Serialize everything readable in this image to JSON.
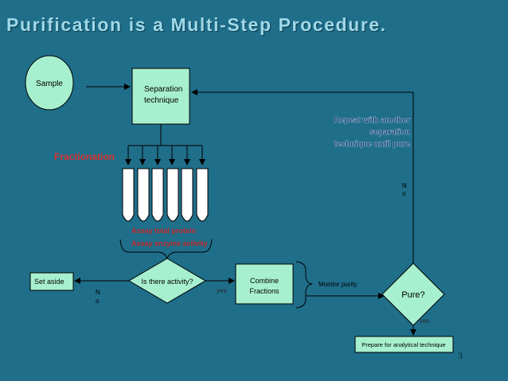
{
  "title": "Purification is a Multi-Step Procedure.",
  "page_number": "3",
  "nodes": {
    "sample": "Sample",
    "separation_line1": "Separation",
    "separation_line2": "technique",
    "activity_question": "Is there activity?",
    "combine_line1": "Combine",
    "combine_line2": "Fractions",
    "pure_question": "Pure?",
    "set_aside": "Set aside",
    "prepare": "Prepare for analytical technique"
  },
  "labels": {
    "fractionation": "Fractionation",
    "assay_total_protein": "Assay total protein",
    "assay_enzyme_activity": "Assay enzyme activity",
    "repeat_line1": "Repeat with another",
    "repeat_line2": "separation",
    "repeat_line3": "technique until pure",
    "monitor_purity": "Monitor purity",
    "no_activity_n": "N",
    "no_activity_o": "o",
    "no_pure_n": "N",
    "no_pure_o": "o",
    "yes_activity": "yes",
    "yes_pure": "yes"
  },
  "colors": {
    "background": "#1f6e8a",
    "box_fill": "#a7f0cf",
    "title_color": "#9fd9e8",
    "assay_red": "#c0282a",
    "fractionation_red": "#d9342f",
    "repeat_blue": "#16467a"
  }
}
